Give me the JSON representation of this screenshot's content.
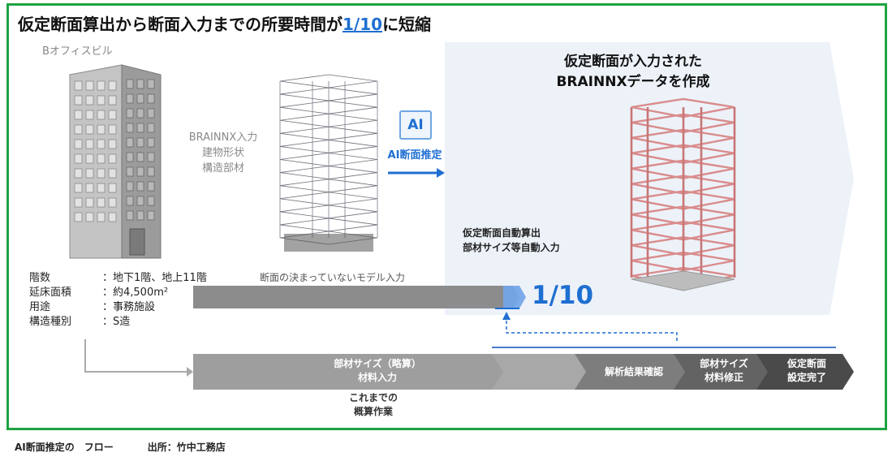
{
  "title": {
    "prefix": "仮定断面算出から断面入力までの所要時間が",
    "highlight": "1/10",
    "suffix": "に短縮"
  },
  "building": {
    "name": "Bオフィスビル"
  },
  "input_label": [
    "BRAINNX入力",
    "建物形状",
    "構造部材"
  ],
  "ai": {
    "badge": "AI",
    "label": "AI断面推定"
  },
  "result": {
    "title_line1": "仮定断面が入力された",
    "title_line2": "BRAINNXデータを作成",
    "auto_line1": "仮定断面自動算出",
    "auto_line2": "部材サイズ等自動入力"
  },
  "specs": [
    {
      "key": "階数",
      "value": "：地下1階、地上11階"
    },
    {
      "key": "延床面積",
      "value": "：約4,500m²"
    },
    {
      "key": "用途",
      "value": "：事務施設"
    },
    {
      "key": "構造種別",
      "value": "：S造"
    }
  ],
  "flow": {
    "undecided_label": "断面の決まっていないモデル入力",
    "ratio": "1/10",
    "steps": [
      {
        "line1": "部材サイズ（略算）",
        "line2": "材料入力"
      },
      {
        "line1": "解析結果確認",
        "line2": ""
      },
      {
        "line1": "部材サイズ",
        "line2": "材料修正"
      },
      {
        "line1": "仮定断面",
        "line2": "設定完了"
      }
    ],
    "conventional_line1": "これまでの",
    "conventional_line2": "概算作業"
  },
  "caption": {
    "text": "AI断面推定の　フロー",
    "source": "出所：竹中工務店"
  },
  "colors": {
    "accent": "#1f6fd1",
    "frame": "#1ea342",
    "panel": "#edf2f9",
    "bar": "#8c8c8c",
    "bar_dark": "#4a4a4a",
    "steel": "#d98c8c"
  }
}
